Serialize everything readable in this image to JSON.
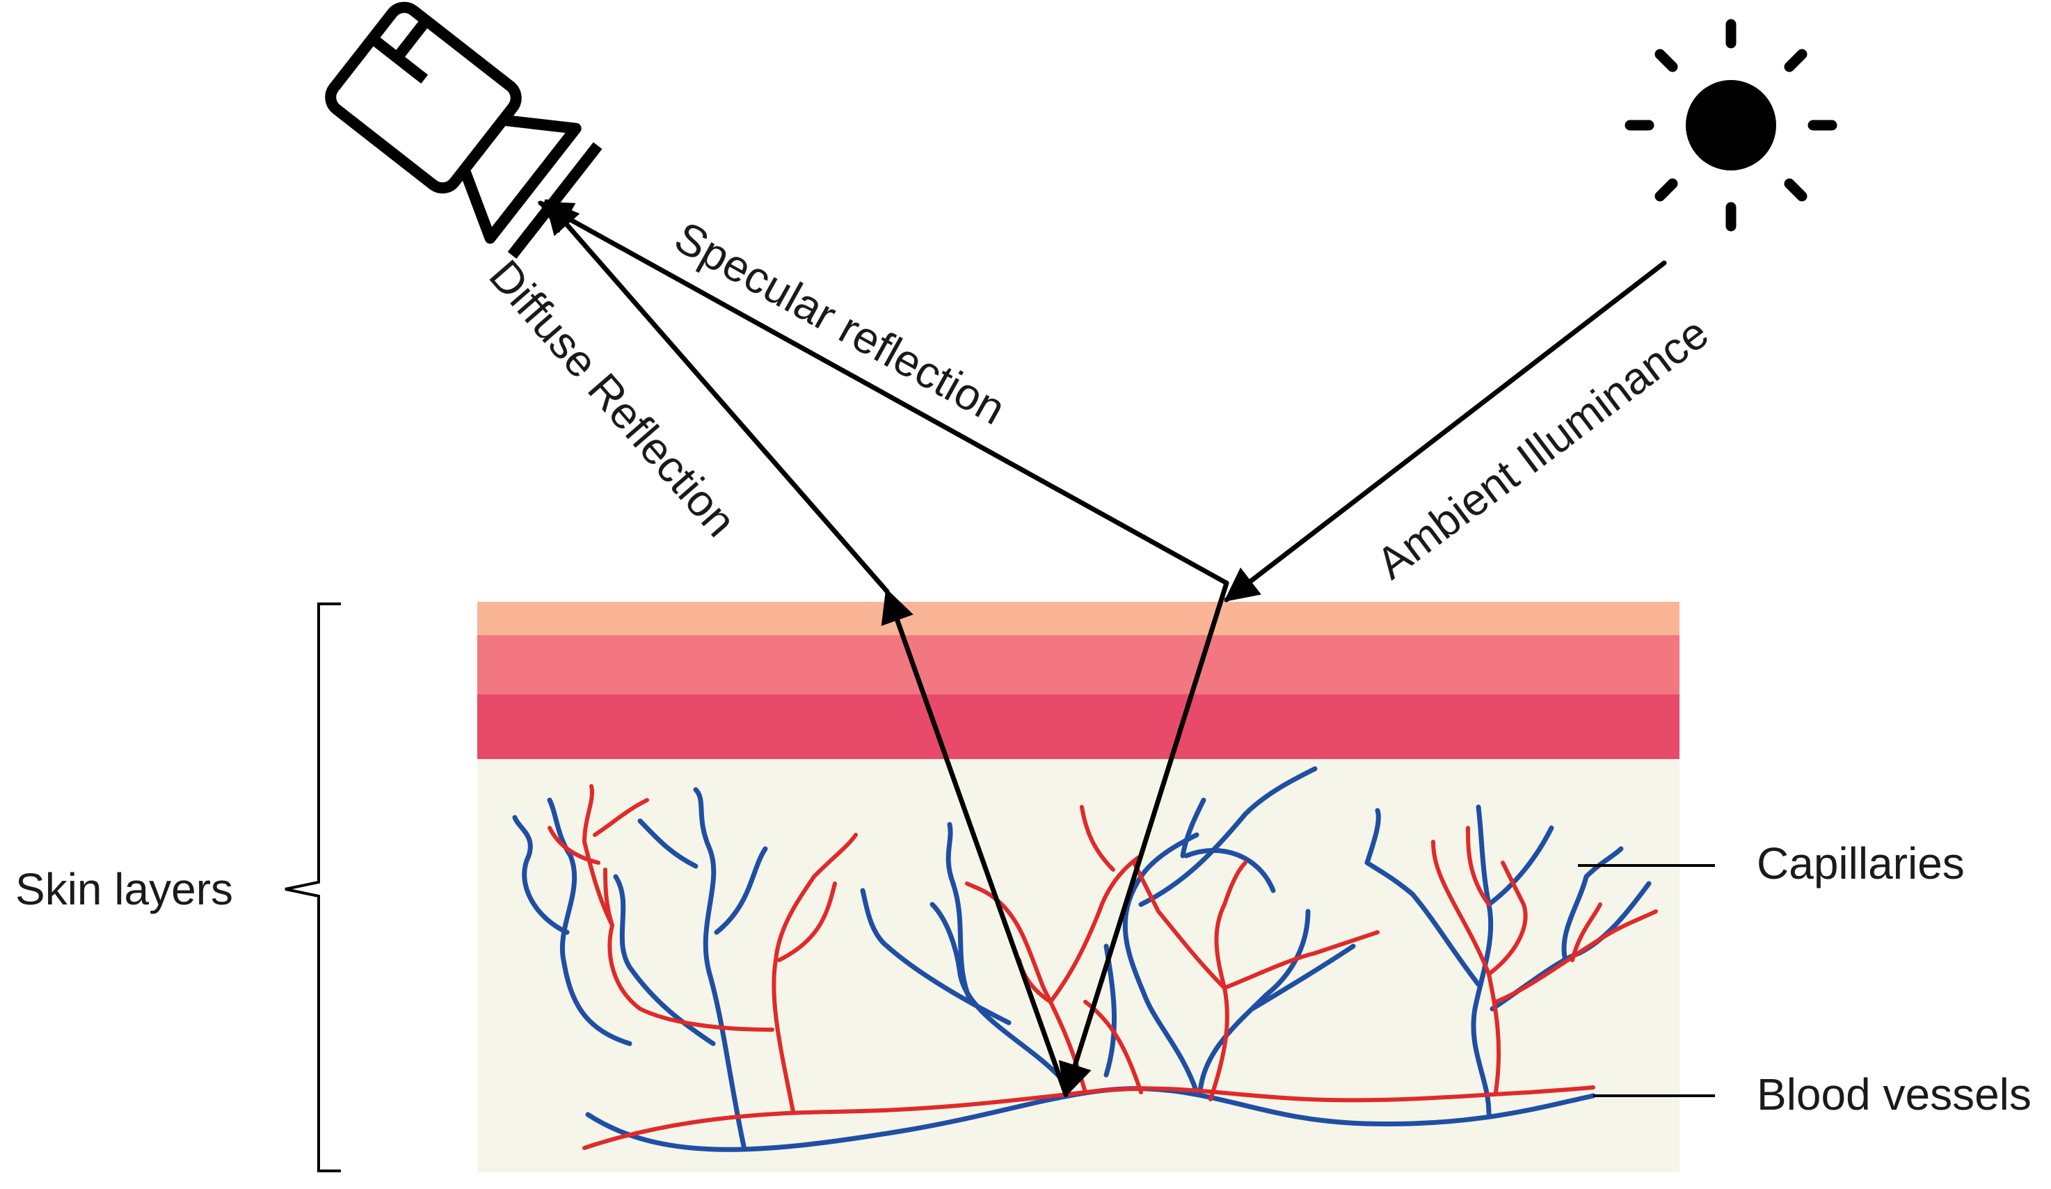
{
  "labels": {
    "specular": "Specular reflection",
    "diffuse": "Diffuse Reflection",
    "ambient": "Ambient Illuminance",
    "skin_layers": "Skin layers",
    "capillaries": "Capillaries",
    "blood_vessels": "Blood vessels"
  },
  "colors": {
    "layer_top": "#f9b596",
    "layer_mid": "#f27781",
    "layer_low": "#e84a6a",
    "dermis": "#f5f5ea",
    "vein": "#1f4fa3",
    "artery": "#e02a2a",
    "ink": "#000000"
  },
  "icons": {
    "camera": "video-camera-icon",
    "sun": "sun-icon"
  }
}
